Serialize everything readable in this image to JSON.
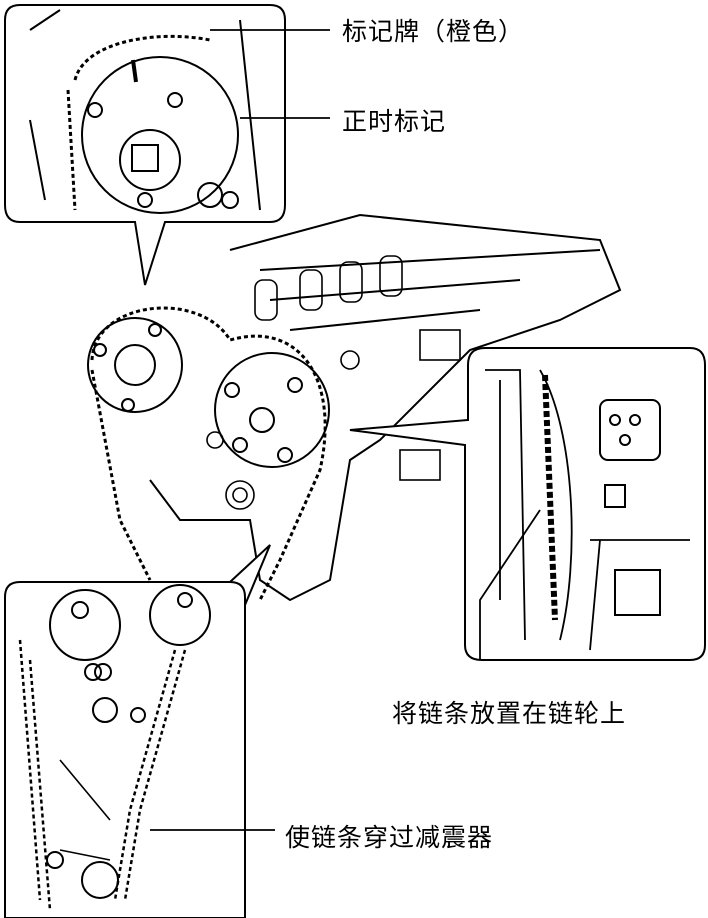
{
  "labels": {
    "tag_plate": "标记牌（橙色）",
    "timing_mark": "正时标记",
    "place_chain": "将链条放置在链轮上",
    "pass_chain": "使链条穿过减震器"
  },
  "colors": {
    "line": "#000000",
    "background": "#ffffff"
  }
}
